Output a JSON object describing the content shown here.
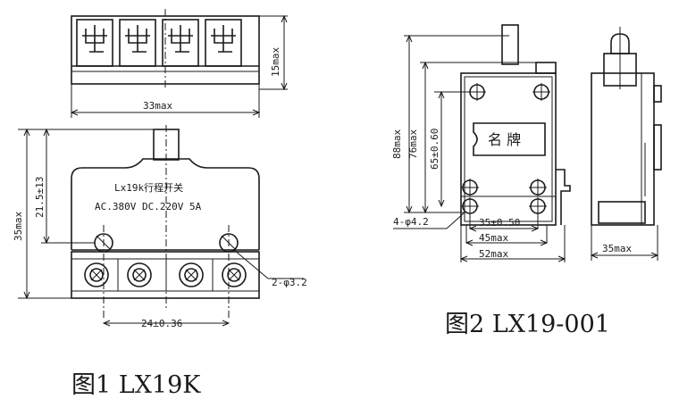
{
  "figure1": {
    "caption": "图1 LX19K",
    "top_view": {
      "height_dim": "15max",
      "width_dim": "33max"
    },
    "front_view": {
      "body_label_line1": "Lx19k行程开关",
      "body_label_line2": "AC.380V DC.220V 5A",
      "height_dim": "35max",
      "plunger_dim": "21.5±13",
      "hole_dim": "2-φ3.2",
      "hole_spacing": "24±0.36"
    }
  },
  "figure2": {
    "caption": "图2 LX19-001",
    "nameplate": "名 牌",
    "dim_88": "88max",
    "dim_76": "76max",
    "dim_65": "65±0.60",
    "hole_dim": "4-φ4.2",
    "dim_35": "35±0.50",
    "dim_45": "45max",
    "dim_52": "52max",
    "side_width": "35max"
  }
}
